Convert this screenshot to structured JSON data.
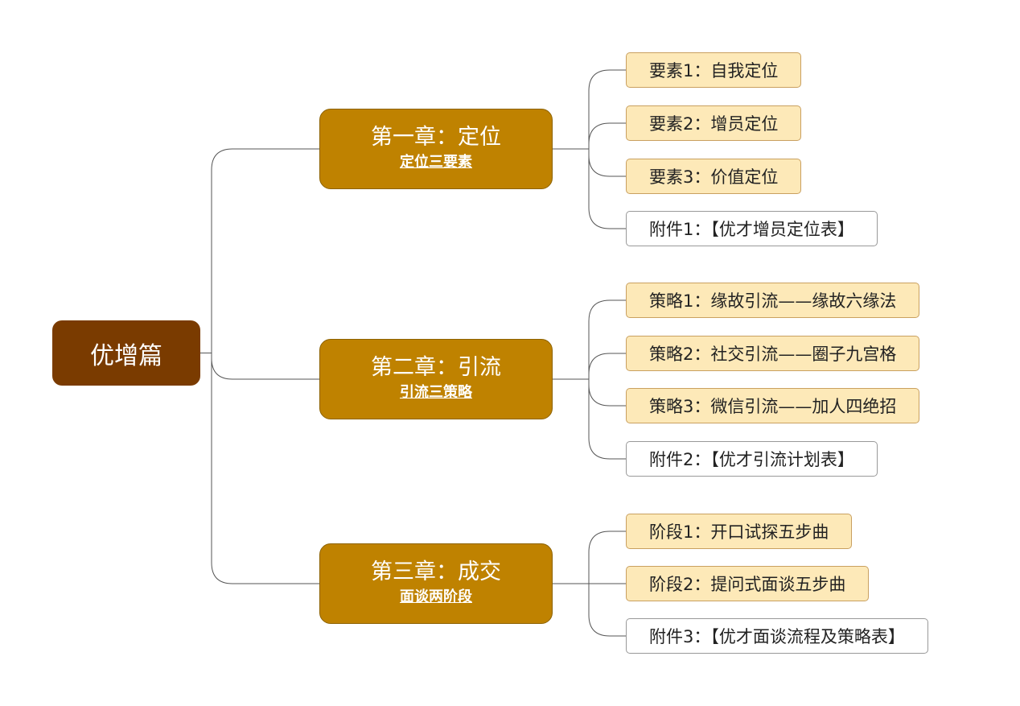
{
  "mindmap": {
    "root": {
      "label": "优增篇"
    },
    "chapters": [
      {
        "title": "第一章：定位",
        "subtitle": "定位三要素",
        "items": [
          {
            "label": "要素1：自我定位",
            "style": "filled"
          },
          {
            "label": "要素2：增员定位",
            "style": "filled"
          },
          {
            "label": "要素3：价值定位",
            "style": "filled"
          },
          {
            "label": "附件1：【优才增员定位表】",
            "style": "outline"
          }
        ]
      },
      {
        "title": "第二章：引流",
        "subtitle": "引流三策略",
        "items": [
          {
            "label": "策略1：缘故引流——缘故六缘法",
            "style": "filled"
          },
          {
            "label": "策略2：社交引流——圈子九宫格",
            "style": "filled"
          },
          {
            "label": "策略3：微信引流——加人四绝招",
            "style": "filled"
          },
          {
            "label": "附件2：【优才引流计划表】",
            "style": "outline"
          }
        ]
      },
      {
        "title": "第三章：成交",
        "subtitle": "面谈两阶段",
        "items": [
          {
            "label": "阶段1：开口试探五步曲",
            "style": "filled"
          },
          {
            "label": "阶段2：提问式面谈五步曲",
            "style": "filled"
          },
          {
            "label": "附件3：【优才面谈流程及策略表】",
            "style": "outline"
          }
        ]
      }
    ],
    "colors": {
      "root_fill": "#7a3b00",
      "chapter_fill": "#bf8200",
      "item_fill": "#fde9b8",
      "attachment_fill": "#ffffff",
      "connector": "#555555"
    }
  }
}
